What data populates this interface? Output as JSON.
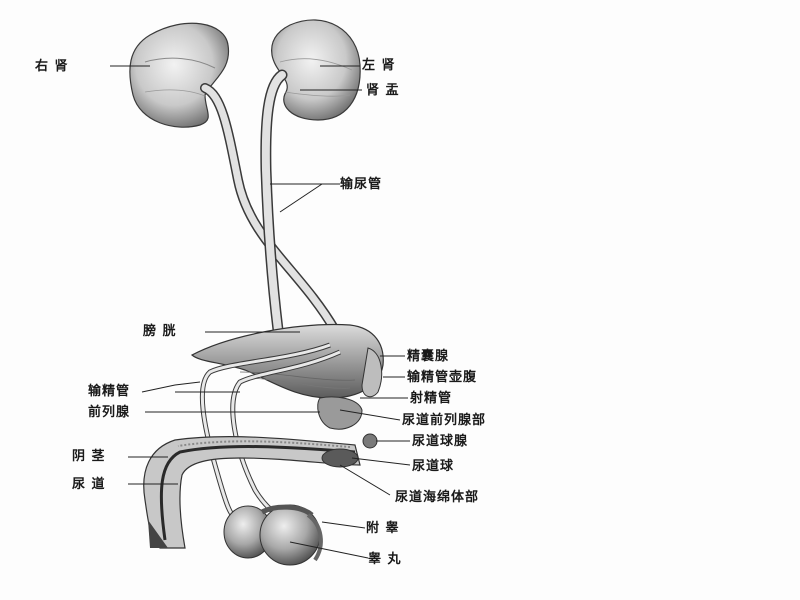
{
  "diagram": {
    "title": "",
    "subject": "male urogenital system",
    "background": "#fdfdfd",
    "ink_color": "#1a1a1a",
    "labels": {
      "right_kidney": "右 肾",
      "left_kidney": "左 肾",
      "renal_pelvis": "肾 盂",
      "ureter": "输尿管",
      "bladder": "膀 胱",
      "seminal_vesicle": "精囊腺",
      "ampulla_ductus_deferens": "输精管壶腹",
      "ejaculatory_duct": "射精管",
      "prostatic_urethra": "尿道前列腺部",
      "bulbourethral_gland": "尿道球腺",
      "urethral_bulb": "尿道球",
      "spongy_urethra": "尿道海绵体部",
      "ductus_deferens": "输精管",
      "prostate": "前列腺",
      "penis": "阴 茎",
      "urethra": "尿 道",
      "epididymis": "附 睾",
      "testis": "睾 丸"
    }
  }
}
